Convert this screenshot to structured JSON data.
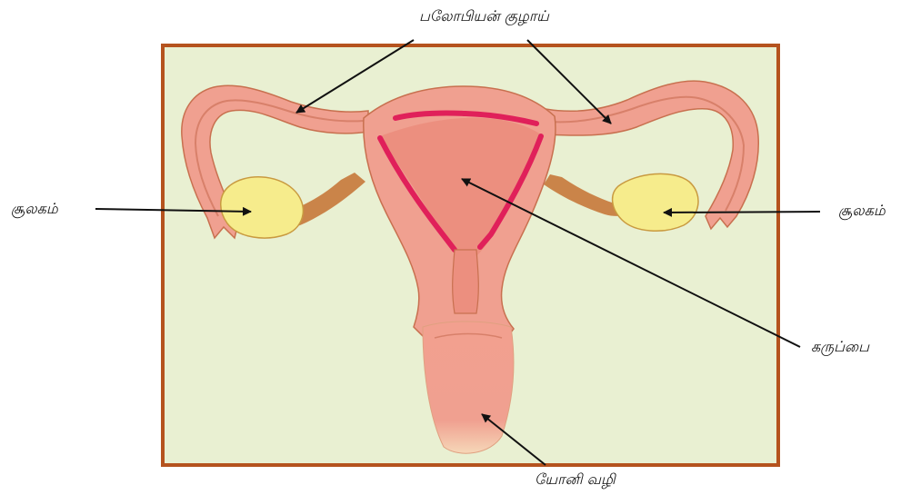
{
  "labels": {
    "fallopian_tube": "பலோபியன் குழாய்",
    "ovary_left": "சூலகம்",
    "ovary_right": "சூலகம்",
    "uterus": "கருப்பை",
    "vagina": "யோனி வழி"
  },
  "colors": {
    "frame": "#b5531e",
    "background": "#e9f0d2",
    "tissue": "#f0a090",
    "tissue_inner": "#ec8f7f",
    "lining": "#e0205a",
    "ovary": "#f6ec8c",
    "ligament": "#c7783a"
  }
}
